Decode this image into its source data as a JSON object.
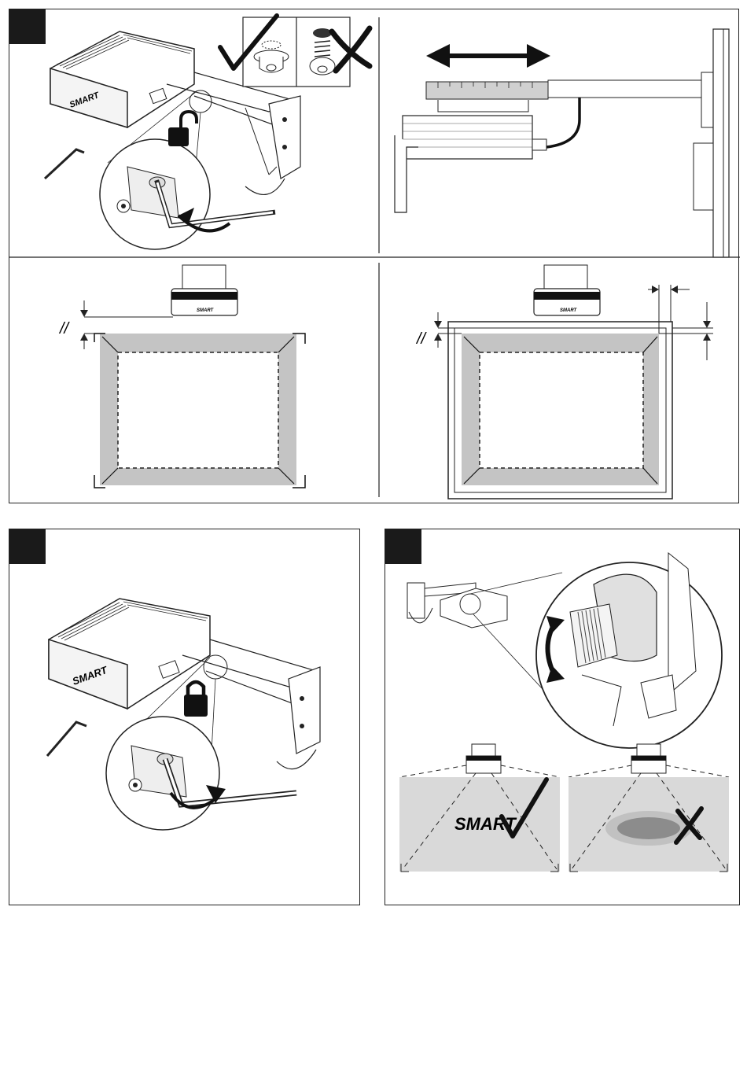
{
  "brand": {
    "logo_text": "SMART",
    "small_logo_text": "SMART"
  },
  "steps": [
    {
      "id": "step-top",
      "number": ""
    },
    {
      "id": "step-lock",
      "number": ""
    },
    {
      "id": "step-focus",
      "number": ""
    }
  ],
  "marks": {
    "ok_symbol": "✓",
    "bad_symbol": "✗",
    "parallel_symbol": "//"
  },
  "colors": {
    "badge": "#1a1a1a",
    "outline": "#222222",
    "screen_fill": "#d9d9d9",
    "border_band": "#c4c4c4",
    "blur_spot": "#7a7a7a"
  },
  "icons": {
    "unlocked": "padlock-open-icon",
    "locked": "padlock-closed-icon",
    "adjust": "double-arrow-icon",
    "rotate": "curved-arrow-icon"
  }
}
